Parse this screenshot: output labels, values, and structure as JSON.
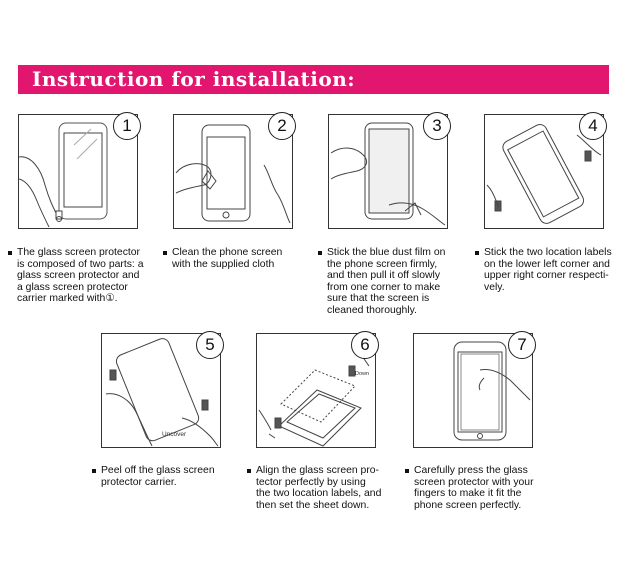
{
  "header": {
    "title": "Instruction for installation:"
  },
  "accent_color": "#e2166f",
  "steps": [
    {
      "number": "1",
      "lines": [
        "The glass screen protector",
        "is composed of two parts: a",
        "glass screen protector and",
        "a glass screen protector",
        "carrier marked with①."
      ]
    },
    {
      "number": "2",
      "lines": [
        "Clean the phone screen",
        "with the supplied cloth"
      ]
    },
    {
      "number": "3",
      "lines": [
        "Stick the blue dust film on",
        "the phone screen firmly,",
        "and then pull it off slowly",
        "from one corner to make",
        "sure that the screen is",
        "cleaned thoroughly."
      ]
    },
    {
      "number": "4",
      "lines": [
        "Stick the two location labels",
        "on the lower left corner and",
        "upper right corner respecti-",
        "vely."
      ]
    },
    {
      "number": "5",
      "lines": [
        "Peel off the glass screen",
        "protector carrier."
      ],
      "illustration_text": "Uncover"
    },
    {
      "number": "6",
      "lines": [
        "Align the glass screen pro-",
        "tector perfectly by using",
        "the two location labels, and",
        "then set the sheet down."
      ],
      "illustration_text": "Down"
    },
    {
      "number": "7",
      "lines": [
        "Carefully press the glass",
        "screen protector with your",
        "fingers to make it fit the",
        "phone screen perfectly."
      ]
    }
  ]
}
